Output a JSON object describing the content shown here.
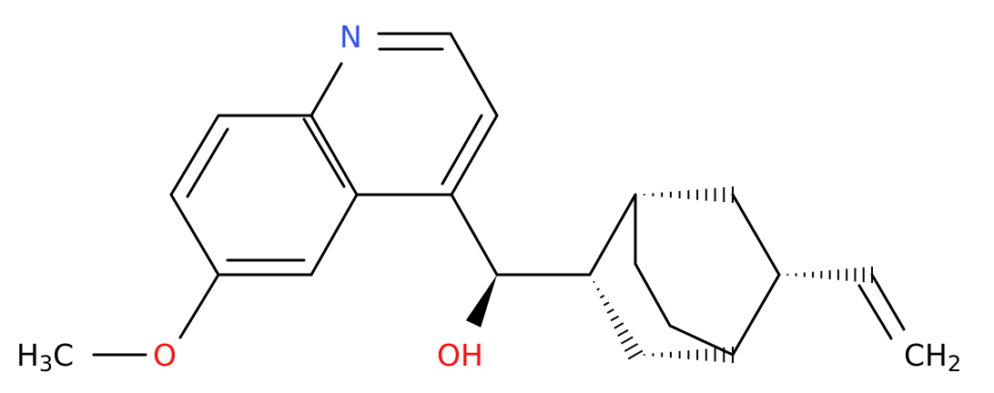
{
  "molecule": {
    "atoms": {
      "n1": {
        "text": "N",
        "color": "#3050f8"
      },
      "o_methoxy": {
        "text": "O",
        "color": "#ff0d0d"
      },
      "methyl": {
        "text": "H",
        "sub": "3",
        "suffix": "C",
        "color": "#000000"
      },
      "hydroxyl": {
        "text": "OH",
        "color": "#ff0d0d"
      },
      "vinyl_ch2": {
        "text": "CH",
        "sub": "2",
        "color": "#000000"
      }
    },
    "bond_color": "#000000"
  }
}
